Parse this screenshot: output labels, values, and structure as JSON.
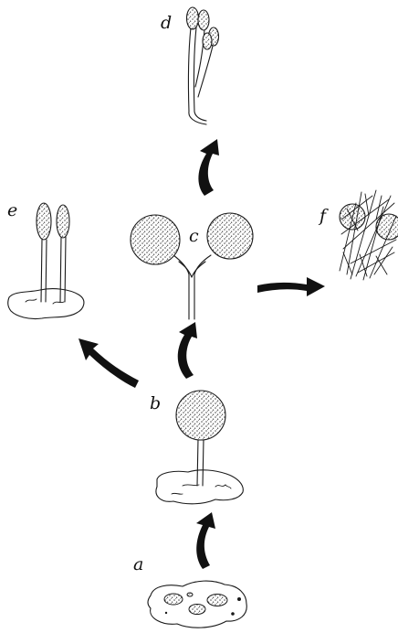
{
  "stages": {
    "a": "a",
    "b": "b",
    "c": "c",
    "d": "d",
    "e": "e",
    "f": "f"
  },
  "colors": {
    "ink": "#1a1a1a",
    "stipple": "#444444",
    "background": "#ffffff"
  }
}
